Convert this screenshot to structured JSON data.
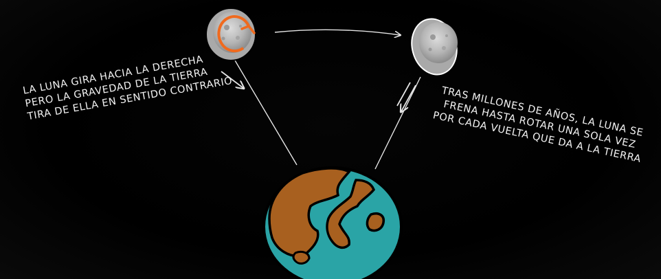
{
  "captions": {
    "left": [
      "LA LUNA GIRA HACIA LA DERECHA",
      "PERO LA GRAVEDAD DE LA TIERRA",
      "TIRA DE ELLA EN SENTIDO CONTRARIO"
    ],
    "right": [
      "TRAS MILLONES DE AÑOS, LA LUNA SE",
      "FRENA HASTA ROTAR UNA SOLA VEZ",
      "POR CADA VUELTA QUE DA A LA TIERRA"
    ]
  },
  "colors": {
    "background": "#000000",
    "ocean": "#2aa4a6",
    "land": "#a8601f",
    "outline": "#000000",
    "rotation_arrow": "#f06a1e",
    "moon_shadow": "#a9a9a9",
    "line": "#e6e6e6"
  },
  "icons": {
    "left_moon": "moon-icon",
    "right_moon": "moon-icon",
    "earth": "earth-globe-icon",
    "rotation": "rotation-arrow-icon"
  }
}
